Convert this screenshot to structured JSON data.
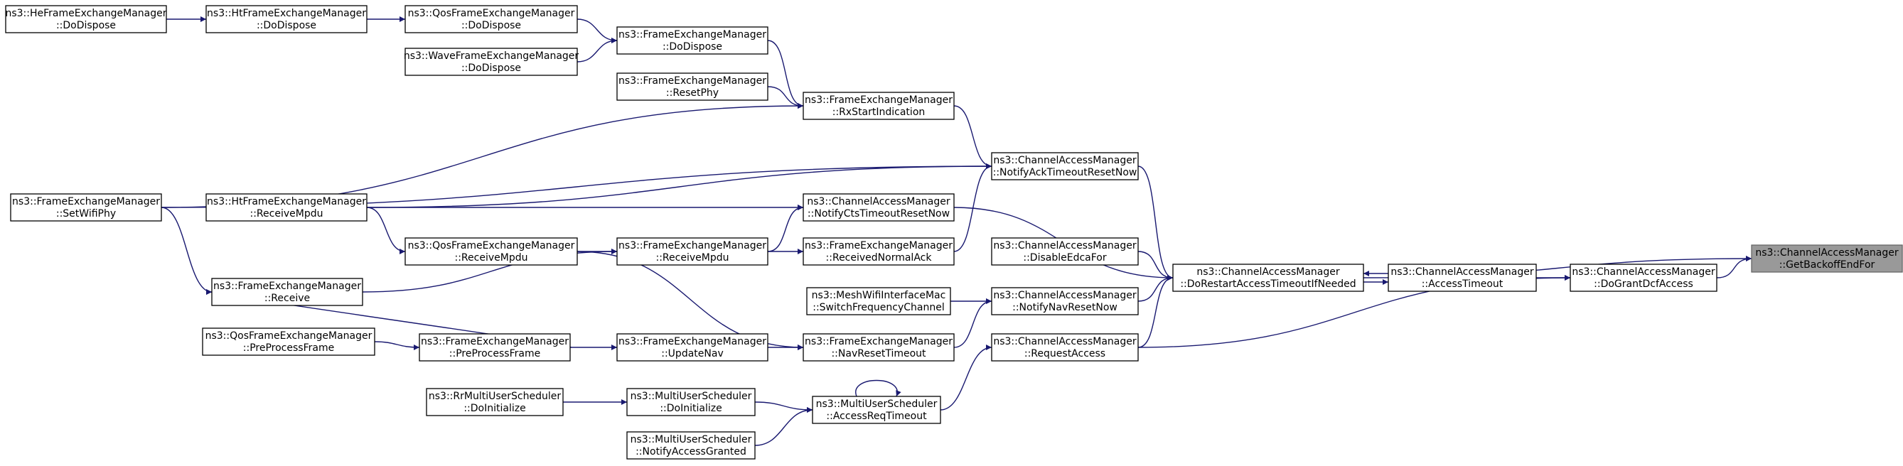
{
  "graph": {
    "nodes": [
      {
        "id": "n0",
        "line1": "ns3::ChannelAccessManager",
        "line2": "::GetBackoffEndFor",
        "focus": true
      },
      {
        "id": "n1",
        "line1": "ns3::ChannelAccessManager",
        "line2": "::DoGrantDcfAccess"
      },
      {
        "id": "n2",
        "line1": "ns3::ChannelAccessManager",
        "line2": "::DoRestartAccessTimeoutIfNeeded"
      },
      {
        "id": "n3",
        "line1": "ns3::ChannelAccessManager",
        "line2": "::AccessTimeout"
      },
      {
        "id": "n4",
        "line1": "ns3::ChannelAccessManager",
        "line2": "::DisableEdcaFor"
      },
      {
        "id": "n5",
        "line1": "ns3::ChannelAccessManager",
        "line2": "::NotifyAckTimeoutResetNow"
      },
      {
        "id": "n6",
        "line1": "ns3::FrameExchangeManager",
        "line2": "::RxStartIndication"
      },
      {
        "id": "n7",
        "line1": "ns3::FrameExchangeManager",
        "line2": "::DoDispose"
      },
      {
        "id": "n8",
        "line1": "ns3::QosFrameExchangeManager",
        "line2": "::DoDispose"
      },
      {
        "id": "n9",
        "line1": "ns3::HtFrameExchangeManager",
        "line2": "::DoDispose"
      },
      {
        "id": "n10",
        "line1": "ns3::HeFrameExchangeManager",
        "line2": "::DoDispose"
      },
      {
        "id": "n11",
        "line1": "ns3::WaveFrameExchangeManager",
        "line2": "::DoDispose"
      },
      {
        "id": "n12",
        "line1": "ns3::FrameExchangeManager",
        "line2": "::ResetPhy"
      },
      {
        "id": "n13",
        "line1": "ns3::FrameExchangeManager",
        "line2": "::SetWifiPhy"
      },
      {
        "id": "n14",
        "line1": "ns3::HtFrameExchangeManager",
        "line2": "::ReceiveMpdu"
      },
      {
        "id": "n15",
        "line1": "ns3::ChannelAccessManager",
        "line2": "::NotifyCtsTimeoutResetNow"
      },
      {
        "id": "n16",
        "line1": "ns3::FrameExchangeManager",
        "line2": "::ReceivedNormalAck"
      },
      {
        "id": "n17",
        "line1": "ns3::FrameExchangeManager",
        "line2": "::ReceiveMpdu"
      },
      {
        "id": "n18",
        "line1": "ns3::QosFrameExchangeManager",
        "line2": "::ReceiveMpdu"
      },
      {
        "id": "n19",
        "line1": "ns3::FrameExchangeManager",
        "line2": "::Receive"
      },
      {
        "id": "n20",
        "line1": "ns3::ChannelAccessManager",
        "line2": "::NotifyNavResetNow"
      },
      {
        "id": "n21",
        "line1": "ns3::MeshWifiInterfaceMac",
        "line2": "::SwitchFrequencyChannel"
      },
      {
        "id": "n22",
        "line1": "ns3::FrameExchangeManager",
        "line2": "::NavResetTimeout"
      },
      {
        "id": "n23",
        "line1": "ns3::FrameExchangeManager",
        "line2": "::UpdateNav"
      },
      {
        "id": "n24",
        "line1": "ns3::FrameExchangeManager",
        "line2": "::PreProcessFrame"
      },
      {
        "id": "n25",
        "line1": "ns3::QosFrameExchangeManager",
        "line2": "::PreProcessFrame"
      },
      {
        "id": "n26",
        "line1": "ns3::ChannelAccessManager",
        "line2": "::RequestAccess"
      },
      {
        "id": "n27",
        "line1": "ns3::MultiUserScheduler",
        "line2": "::AccessReqTimeout"
      },
      {
        "id": "n28",
        "line1": "ns3::MultiUserScheduler",
        "line2": "::DoInitialize"
      },
      {
        "id": "n29",
        "line1": "ns3::RrMultiUserScheduler",
        "line2": "::DoInitialize"
      },
      {
        "id": "n30",
        "line1": "ns3::MultiUserScheduler",
        "line2": "::NotifyAccessGranted"
      }
    ],
    "edges": [
      {
        "from": "n1",
        "to": "n0"
      },
      {
        "from": "n2",
        "to": "n0"
      },
      {
        "from": "n3",
        "to": "n1"
      },
      {
        "from": "n26",
        "to": "n1"
      },
      {
        "from": "n2",
        "to": "n3"
      },
      {
        "from": "n3",
        "to": "n2"
      },
      {
        "from": "n4",
        "to": "n2"
      },
      {
        "from": "n5",
        "to": "n2"
      },
      {
        "from": "n15",
        "to": "n2"
      },
      {
        "from": "n20",
        "to": "n2"
      },
      {
        "from": "n26",
        "to": "n2"
      },
      {
        "from": "n6",
        "to": "n5"
      },
      {
        "from": "n13",
        "to": "n5"
      },
      {
        "from": "n14",
        "to": "n5"
      },
      {
        "from": "n16",
        "to": "n5"
      },
      {
        "from": "n7",
        "to": "n6"
      },
      {
        "from": "n12",
        "to": "n6"
      },
      {
        "from": "n13",
        "to": "n6"
      },
      {
        "from": "n8",
        "to": "n7"
      },
      {
        "from": "n11",
        "to": "n7"
      },
      {
        "from": "n9",
        "to": "n8"
      },
      {
        "from": "n10",
        "to": "n9"
      },
      {
        "from": "n14",
        "to": "n15"
      },
      {
        "from": "n17",
        "to": "n15"
      },
      {
        "from": "n17",
        "to": "n16"
      },
      {
        "from": "n18",
        "to": "n17"
      },
      {
        "from": "n19",
        "to": "n17"
      },
      {
        "from": "n14",
        "to": "n18"
      },
      {
        "from": "n13",
        "to": "n19"
      },
      {
        "from": "n24",
        "to": "n19"
      },
      {
        "from": "n21",
        "to": "n20"
      },
      {
        "from": "n22",
        "to": "n20"
      },
      {
        "from": "n18",
        "to": "n22"
      },
      {
        "from": "n23",
        "to": "n22"
      },
      {
        "from": "n24",
        "to": "n23"
      },
      {
        "from": "n25",
        "to": "n24"
      },
      {
        "from": "n27",
        "to": "n26"
      },
      {
        "from": "n27",
        "to": "n27"
      },
      {
        "from": "n28",
        "to": "n27"
      },
      {
        "from": "n30",
        "to": "n27"
      },
      {
        "from": "n29",
        "to": "n28"
      }
    ]
  },
  "colors": {
    "edge": "#191970",
    "node_border": "#000000",
    "node_fill": "#ffffff",
    "focus_fill": "#999999",
    "focus_border": "#666666"
  }
}
